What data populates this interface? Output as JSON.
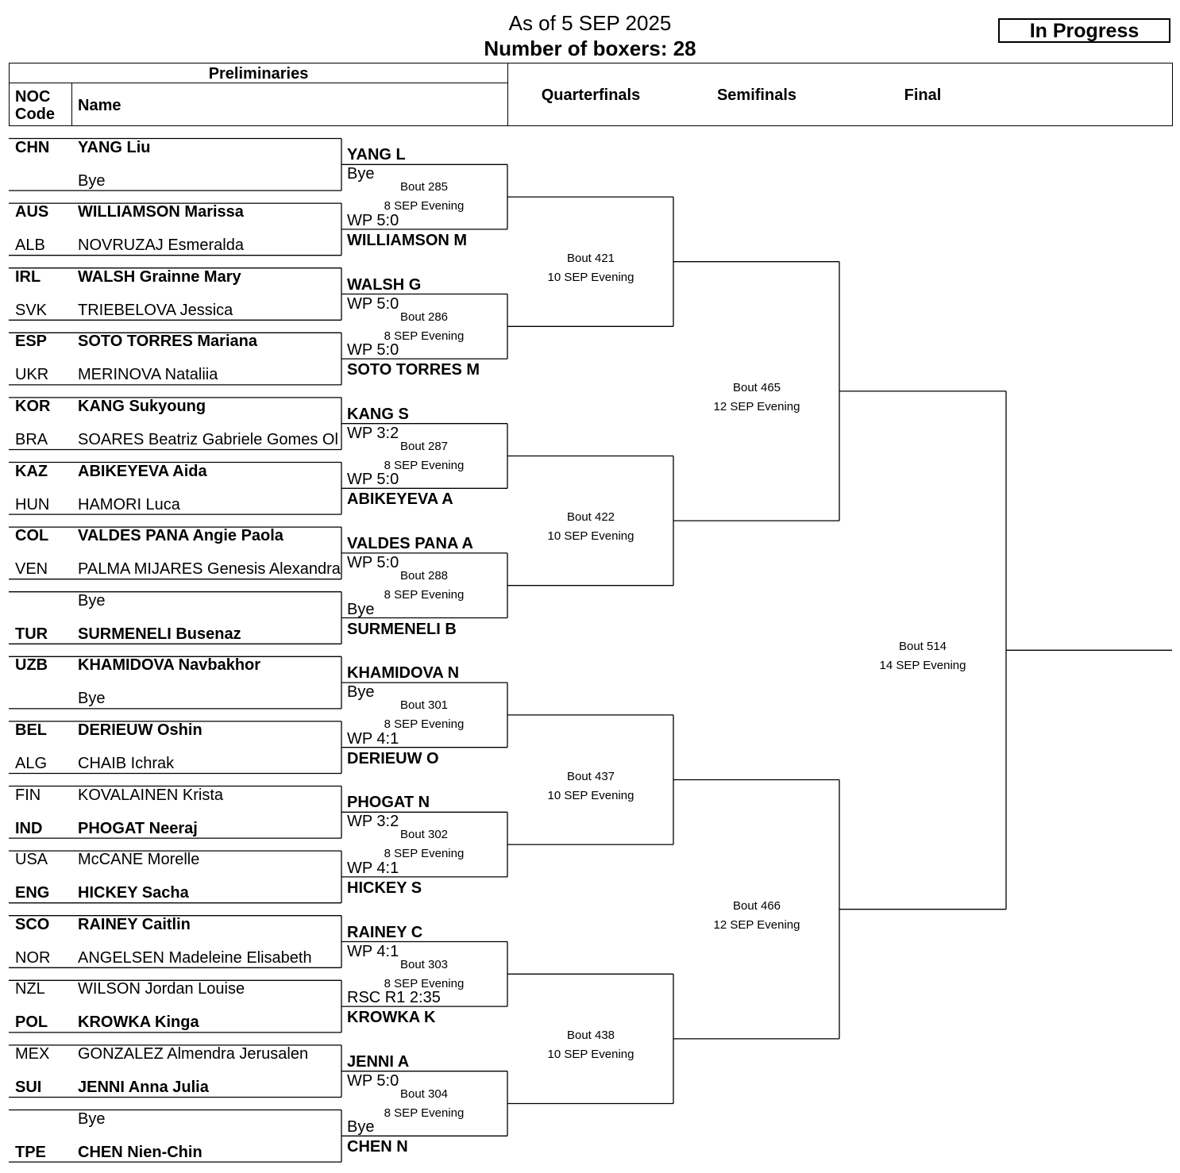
{
  "header": {
    "date_line": "As of 5 SEP 2025",
    "count_line": "Number of boxers: 28",
    "status": "In Progress"
  },
  "columns": {
    "preliminaries": "Preliminaries",
    "noc_code_line1": "NOC",
    "noc_code_line2": "Code",
    "name": "Name",
    "quarterfinals": "Quarterfinals",
    "semifinals": "Semifinals",
    "final": "Final"
  },
  "entrants": [
    {
      "noc": "CHN",
      "name": "YANG Liu",
      "winner": true
    },
    {
      "noc": "",
      "name": "Bye",
      "winner": false
    },
    {
      "noc": "AUS",
      "name": "WILLIAMSON Marissa",
      "winner": true
    },
    {
      "noc": "ALB",
      "name": "NOVRUZAJ Esmeralda",
      "winner": false
    },
    {
      "noc": "IRL",
      "name": "WALSH Grainne Mary",
      "winner": true
    },
    {
      "noc": "SVK",
      "name": "TRIEBELOVA Jessica",
      "winner": false
    },
    {
      "noc": "ESP",
      "name": "SOTO TORRES Mariana",
      "winner": true
    },
    {
      "noc": "UKR",
      "name": "MERINOVA Nataliia",
      "winner": false
    },
    {
      "noc": "KOR",
      "name": "KANG Sukyoung",
      "winner": true
    },
    {
      "noc": "BRA",
      "name": "SOARES Beatriz Gabriele Gomes Ol",
      "winner": false
    },
    {
      "noc": "KAZ",
      "name": "ABIKEYEVA Aida",
      "winner": true
    },
    {
      "noc": "HUN",
      "name": "HAMORI Luca",
      "winner": false
    },
    {
      "noc": "COL",
      "name": "VALDES PANA Angie Paola",
      "winner": true
    },
    {
      "noc": "VEN",
      "name": "PALMA MIJARES Genesis Alexandra",
      "winner": false
    },
    {
      "noc": "",
      "name": "Bye",
      "winner": false
    },
    {
      "noc": "TUR",
      "name": "SURMENELI Busenaz",
      "winner": true
    },
    {
      "noc": "UZB",
      "name": "KHAMIDOVA Navbakhor",
      "winner": true
    },
    {
      "noc": "",
      "name": "Bye",
      "winner": false
    },
    {
      "noc": "BEL",
      "name": "DERIEUW Oshin",
      "winner": true
    },
    {
      "noc": "ALG",
      "name": "CHAIB Ichrak",
      "winner": false
    },
    {
      "noc": "FIN",
      "name": "KOVALAINEN Krista",
      "winner": false
    },
    {
      "noc": "IND",
      "name": "PHOGAT Neeraj",
      "winner": true
    },
    {
      "noc": "USA",
      "name": "McCANE Morelle",
      "winner": false
    },
    {
      "noc": "ENG",
      "name": "HICKEY Sacha",
      "winner": true
    },
    {
      "noc": "SCO",
      "name": "RAINEY Caitlin",
      "winner": true
    },
    {
      "noc": "NOR",
      "name": "ANGELSEN Madeleine Elisabeth",
      "winner": false
    },
    {
      "noc": "NZL",
      "name": "WILSON Jordan Louise",
      "winner": false
    },
    {
      "noc": "POL",
      "name": "KROWKA Kinga",
      "winner": true
    },
    {
      "noc": "MEX",
      "name": "GONZALEZ Almendra Jerusalen",
      "winner": false
    },
    {
      "noc": "SUI",
      "name": "JENNI Anna Julia",
      "winner": true
    },
    {
      "noc": "",
      "name": "Bye",
      "winner": false
    },
    {
      "noc": "TPE",
      "name": "CHEN Nien-Chin",
      "winner": true
    }
  ],
  "prelim_results": [
    {
      "winner": "YANG L",
      "result": "Bye"
    },
    {
      "winner": "WILLIAMSON M",
      "result": "WP 5:0"
    },
    {
      "winner": "WALSH G",
      "result": "WP 5:0"
    },
    {
      "winner": "SOTO TORRES M",
      "result": "WP 5:0"
    },
    {
      "winner": "KANG S",
      "result": "WP 3:2"
    },
    {
      "winner": "ABIKEYEVA A",
      "result": "WP 5:0"
    },
    {
      "winner": "VALDES PANA A",
      "result": "WP 5:0"
    },
    {
      "winner": "SURMENELI B",
      "result": "Bye"
    },
    {
      "winner": "KHAMIDOVA N",
      "result": "Bye"
    },
    {
      "winner": "DERIEUW O",
      "result": "WP 4:1"
    },
    {
      "winner": "PHOGAT N",
      "result": "WP 3:2"
    },
    {
      "winner": "HICKEY S",
      "result": "WP 4:1"
    },
    {
      "winner": "RAINEY C",
      "result": "WP 4:1"
    },
    {
      "winner": "KROWKA K",
      "result": "RSC R1 2:35"
    },
    {
      "winner": "JENNI A",
      "result": "WP 5:0"
    },
    {
      "winner": "CHEN N",
      "result": "Bye"
    }
  ],
  "r16_bouts": [
    {
      "bout": "Bout  285",
      "session": "8 SEP Evening"
    },
    {
      "bout": "Bout  286",
      "session": "8 SEP Evening"
    },
    {
      "bout": "Bout  287",
      "session": "8 SEP Evening"
    },
    {
      "bout": "Bout  288",
      "session": "8 SEP Evening"
    },
    {
      "bout": "Bout  301",
      "session": "8 SEP Evening"
    },
    {
      "bout": "Bout  302",
      "session": "8 SEP Evening"
    },
    {
      "bout": "Bout  303",
      "session": "8 SEP Evening"
    },
    {
      "bout": "Bout  304",
      "session": "8 SEP Evening"
    }
  ],
  "qf_bouts": [
    {
      "bout": "Bout  421",
      "session": "10 SEP Evening"
    },
    {
      "bout": "Bout  422",
      "session": "10 SEP Evening"
    },
    {
      "bout": "Bout  437",
      "session": "10 SEP Evening"
    },
    {
      "bout": "Bout  438",
      "session": "10 SEP Evening"
    }
  ],
  "sf_bouts": [
    {
      "bout": "Bout  465",
      "session": "12 SEP Evening"
    },
    {
      "bout": "Bout  466",
      "session": "12 SEP Evening"
    }
  ],
  "final_bout": {
    "bout": "Bout  514",
    "session": "14 SEP Evening"
  }
}
